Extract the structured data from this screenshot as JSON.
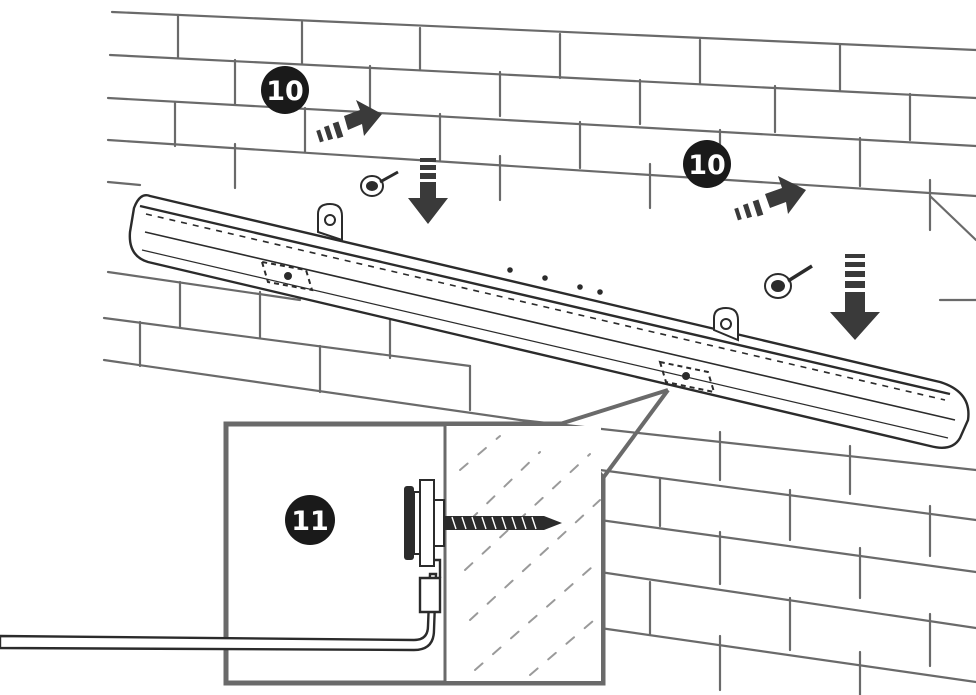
{
  "steps": [
    {
      "label": "10"
    },
    {
      "label": "10"
    },
    {
      "label": "11"
    }
  ],
  "colors": {
    "line": "#2b2b2b",
    "wall_line": "#6a6a6a",
    "badge": "#1a1a1a",
    "badge_text": "#ffffff",
    "arrow": "#3a3a3a"
  },
  "icons": [
    "screw-icon",
    "arrow-right-icon",
    "arrow-down-icon",
    "wall-plug-icon",
    "mounting-bracket-icon"
  ]
}
